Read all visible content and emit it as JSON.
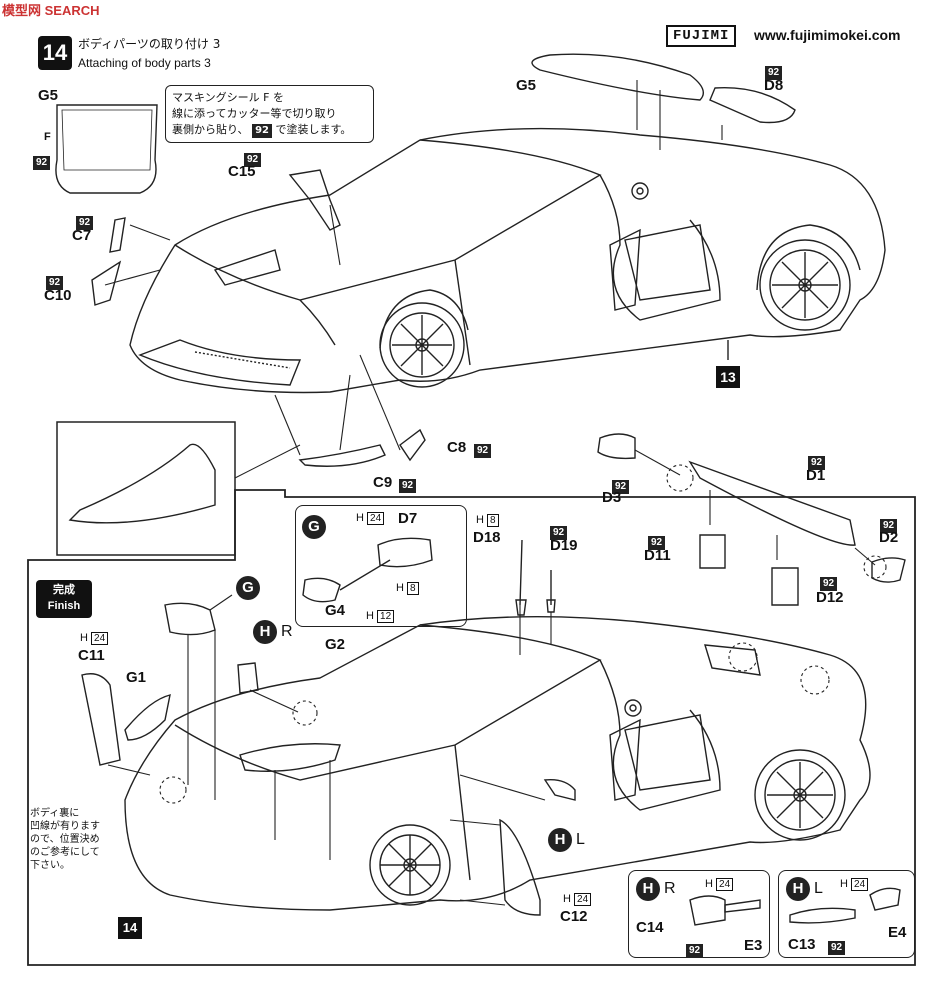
{
  "watermark": "模型网 SEARCH",
  "step": {
    "number": "14",
    "title_jp": "ボディパーツの取り付け 3",
    "title_en": "Attaching of body parts 3"
  },
  "brand": {
    "logo": "FUJIMI",
    "url": "www.fujimimokei.com"
  },
  "note_masking": [
    "マスキングシール F を",
    "線に添ってカッター等で切り取り",
    "裏側から貼り、",
    "で塗装します。"
  ],
  "note_body": [
    "ボディ裏に",
    "凹線が有ります",
    "ので、位置決め",
    "のご参考にして",
    "下さい。"
  ],
  "finish": {
    "jp": "完成",
    "en": "Finish"
  },
  "paint": "92",
  "parts": {
    "G5": "G5",
    "F": "F",
    "C15": "C15",
    "C7": "C7",
    "C10": "C10",
    "C8": "C8",
    "C9": "C9",
    "D8": "D8",
    "D1": "D1",
    "D2": "D2",
    "D3": "D3",
    "D11": "D11",
    "D12": "D12",
    "D18": "D18",
    "D19": "D19",
    "D7": "D7",
    "G4": "G4",
    "G": "G",
    "H": "H",
    "R": "R",
    "L": "L",
    "C11": "C11",
    "G1": "G1",
    "G2": "G2",
    "C12": "C12",
    "C14": "C14",
    "E3": "E3",
    "C13": "C13",
    "E4": "E4"
  },
  "h_numbers": {
    "h24": "24",
    "h8": "8",
    "h12": "12"
  },
  "step_refs": {
    "s13": "13",
    "s14": "14"
  }
}
